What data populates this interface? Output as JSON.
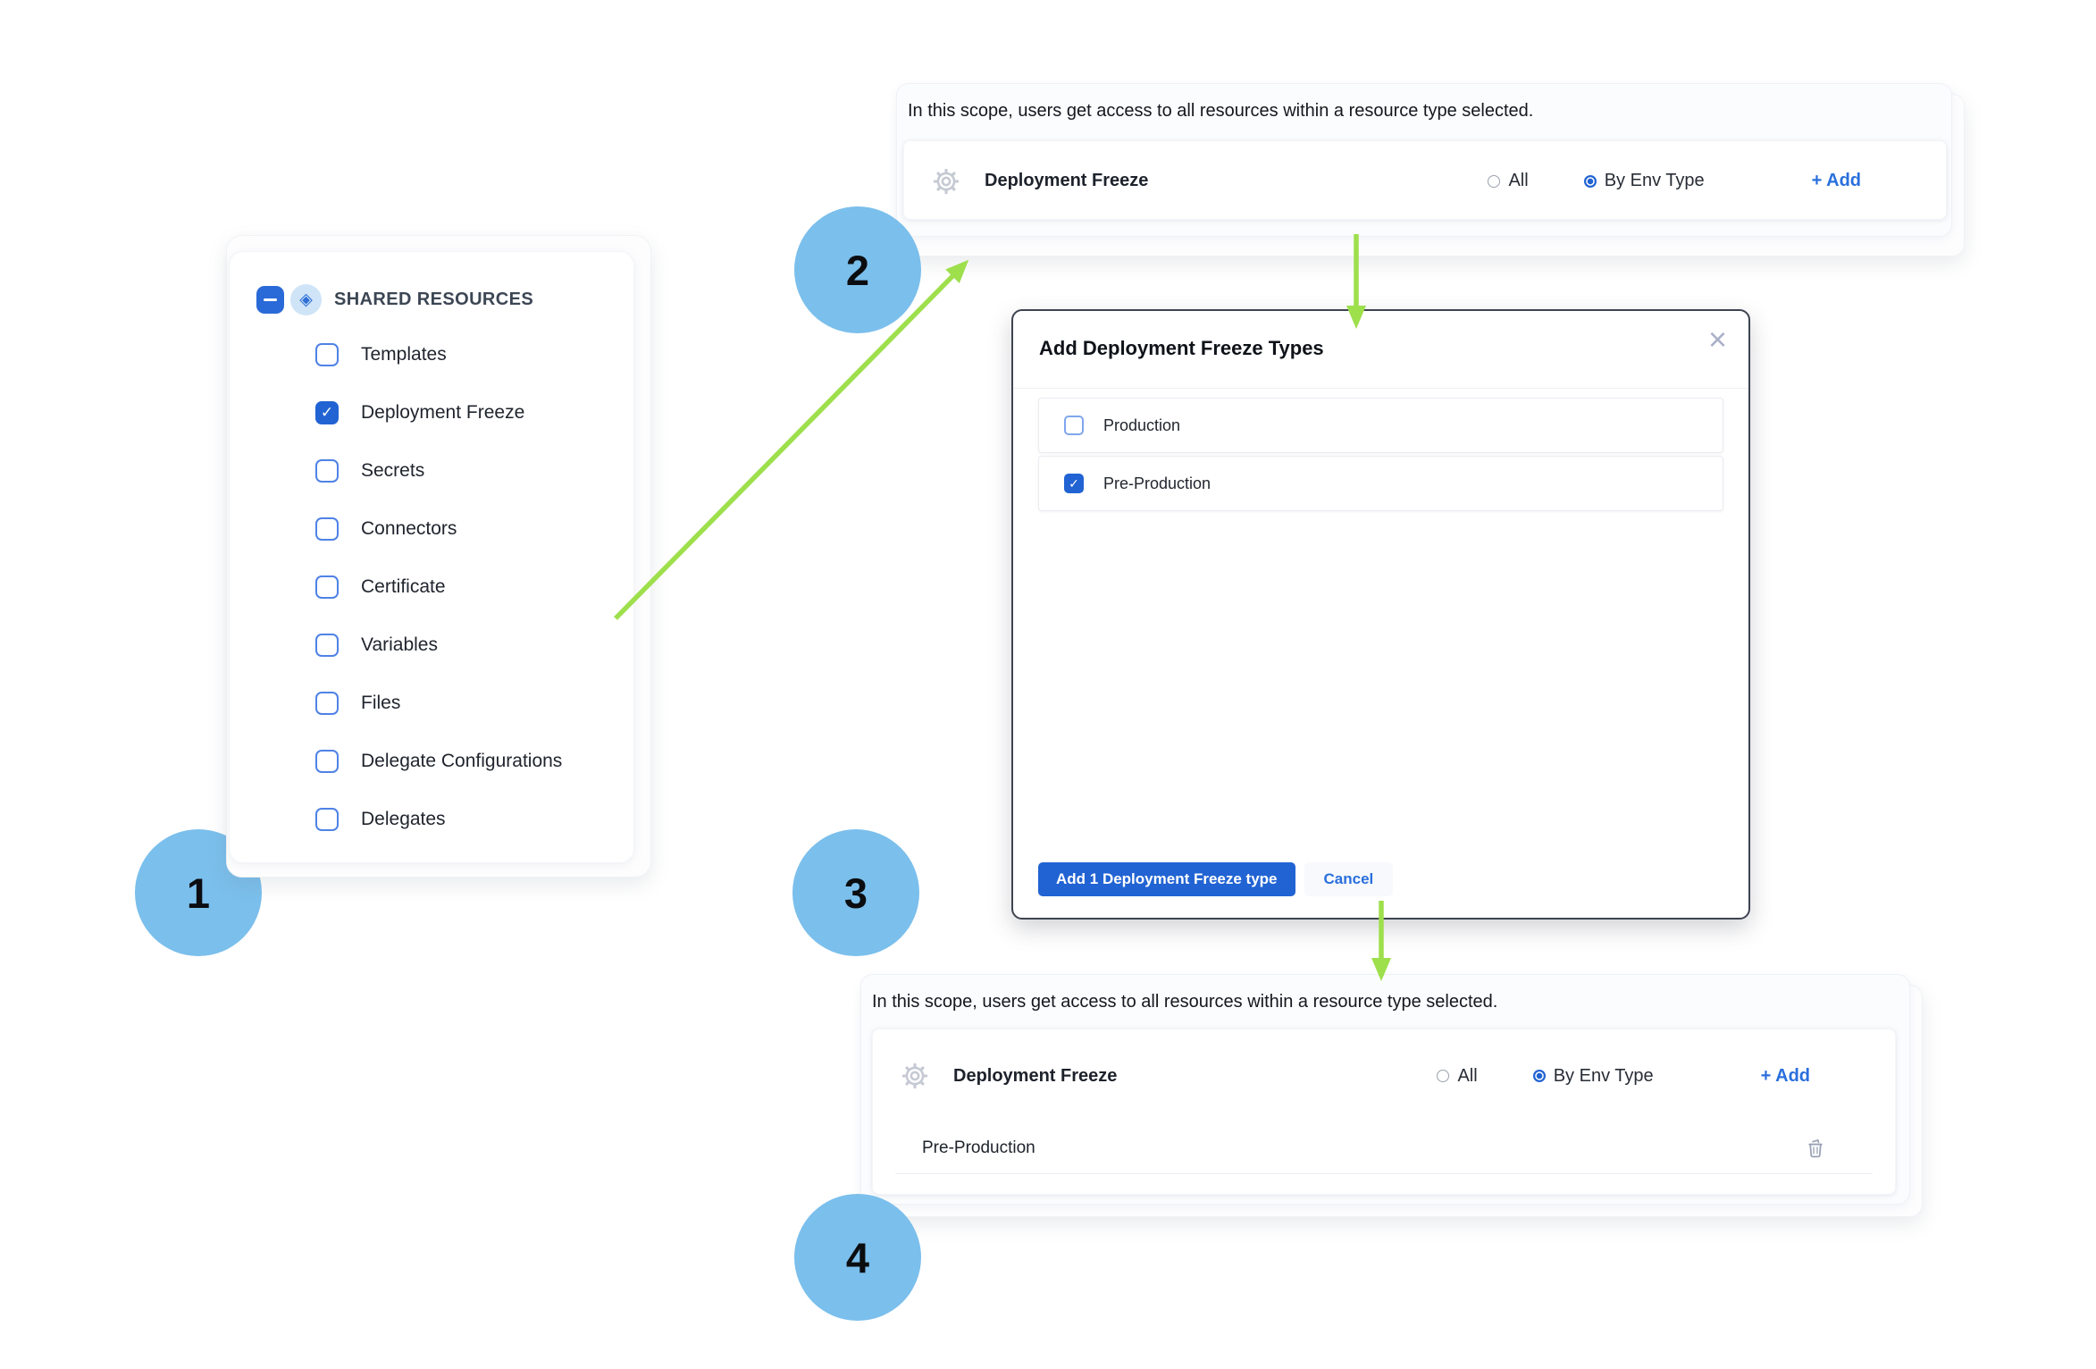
{
  "steps": [
    "1",
    "2",
    "3",
    "4"
  ],
  "icons": {
    "check": "✓",
    "close": "×",
    "shared_resources_glyph": "◈"
  },
  "left_panel": {
    "title": "SHARED RESOURCES",
    "items": [
      {
        "label": "Templates",
        "checked": false
      },
      {
        "label": "Deployment Freeze",
        "checked": true
      },
      {
        "label": "Secrets",
        "checked": false
      },
      {
        "label": "Connectors",
        "checked": false
      },
      {
        "label": "Certificate",
        "checked": false
      },
      {
        "label": "Variables",
        "checked": false
      },
      {
        "label": "Files",
        "checked": false
      },
      {
        "label": "Delegate Configurations",
        "checked": false
      },
      {
        "label": "Delegates",
        "checked": false
      }
    ]
  },
  "scope_panel": {
    "description": "In this scope, users get access to all resources within a resource type selected.",
    "resource_label": "Deployment Freeze",
    "radio_options": [
      "All",
      "By Env Type"
    ],
    "selected_radio": "By Env Type",
    "add_label": "+ Add"
  },
  "modal": {
    "title": "Add Deployment Freeze Types",
    "options": [
      {
        "label": "Production",
        "checked": false
      },
      {
        "label": "Pre-Production",
        "checked": true
      }
    ],
    "submit_label": "Add 1 Deployment Freeze type",
    "cancel_label": "Cancel"
  },
  "bottom_panel": {
    "selected_type": "Pre-Production"
  },
  "colors": {
    "accent_blue": "#2163d3",
    "step_circle_blue": "#7BBFEC",
    "arrow_green": "#9EDF4C"
  }
}
